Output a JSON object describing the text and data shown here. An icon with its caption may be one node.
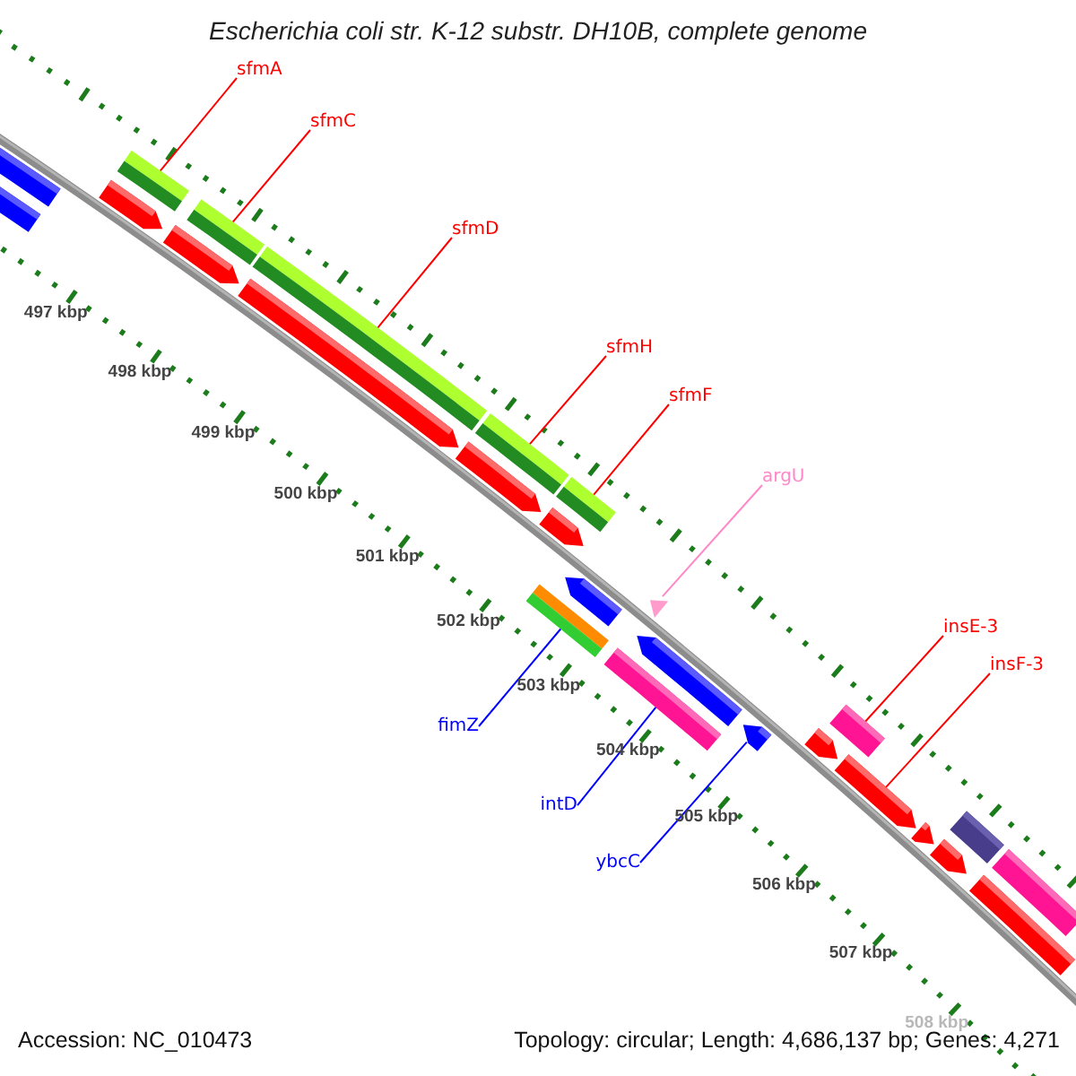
{
  "diagram": {
    "title": "Escherichia coli str. K-12 substr. DH10B, complete genome",
    "nodes": [
      {
        "text": [
          "sfmA"
        ]
      },
      {
        "text": [
          "sfmC"
        ]
      },
      {
        "text": [
          "sfmD"
        ]
      },
      {
        "text": [
          "sfmH"
        ]
      },
      {
        "text": [
          "sfmF"
        ]
      },
      {
        "text": [
          "argU"
        ]
      },
      {
        "text": [
          "insE-3"
        ]
      },
      {
        "text": [
          "insF-3"
        ]
      },
      {
        "text": [
          "fimZ"
        ]
      },
      {
        "text": [
          "intD"
        ]
      },
      {
        "text": [
          "ybcC"
        ]
      },
      {
        "text": [],
        "shape": "bar"
      },
      {
        "text": [],
        "shape": "bar"
      },
      {
        "text": [],
        "shape": "bar"
      },
      {
        "text": [],
        "shape": "arrow"
      },
      {
        "text": [],
        "shape": "bar"
      },
      {
        "text": [],
        "shape": "arrow"
      },
      {
        "text": [],
        "shape": "bar"
      },
      {
        "text": [],
        "shape": "arrow"
      },
      {
        "text": [],
        "shape": "bar"
      },
      {
        "text": [],
        "shape": "arrow"
      },
      {
        "text": [],
        "shape": "bar"
      },
      {
        "text": [],
        "shape": "arrow"
      },
      {
        "text": [],
        "shape": "bar"
      },
      {
        "text": [],
        "shape": "arrow"
      },
      {
        "text": [],
        "shape": "bar"
      },
      {
        "text": [],
        "shape": "arrow"
      },
      {
        "text": [],
        "shape": "triangle"
      },
      {
        "text": [],
        "shape": "arrow"
      },
      {
        "text": [],
        "shape": "bar"
      },
      {
        "text": [],
        "shape": "arrow"
      },
      {
        "text": [],
        "shape": "arrow"
      },
      {
        "text": [],
        "shape": "arrow"
      },
      {
        "text": [],
        "shape": "arrow"
      },
      {
        "text": [],
        "shape": "bar"
      },
      {
        "text": [],
        "shape": "bar"
      },
      {
        "text": [],
        "shape": "bar"
      }
    ],
    "edges": [
      {
        "from": 0,
        "to": 13,
        "arrow": "none"
      },
      {
        "from": 1,
        "to": 15,
        "arrow": "none"
      },
      {
        "from": 2,
        "to": 17,
        "arrow": "none"
      },
      {
        "from": 3,
        "to": 19,
        "arrow": "none"
      },
      {
        "from": 4,
        "to": 21,
        "arrow": "none"
      },
      {
        "from": 5,
        "to": 27,
        "arrow": "none",
        "color": "#ff88c8"
      },
      {
        "from": 6,
        "to": 29,
        "arrow": "none"
      },
      {
        "from": 7,
        "to": 31,
        "arrow": "none"
      },
      {
        "from": 8,
        "to": 23,
        "arrow": "none",
        "color": "#0000ff"
      },
      {
        "from": 9,
        "to": 25,
        "arrow": "none",
        "color": "#0000ff"
      },
      {
        "from": 10,
        "to": 28,
        "arrow": "none",
        "color": "#0000ff"
      }
    ],
    "labels": [
      "497 kbp",
      "498 kbp",
      "499 kbp",
      "500 kbp",
      "501 kbp",
      "502 kbp",
      "503 kbp",
      "504 kbp",
      "505 kbp",
      "506 kbp",
      "507 kbp",
      "508 kbp",
      "Accession: NC_010473",
      "Topology: circular; Length: 4,686,137 bp; Genes: 4,271"
    ]
  }
}
